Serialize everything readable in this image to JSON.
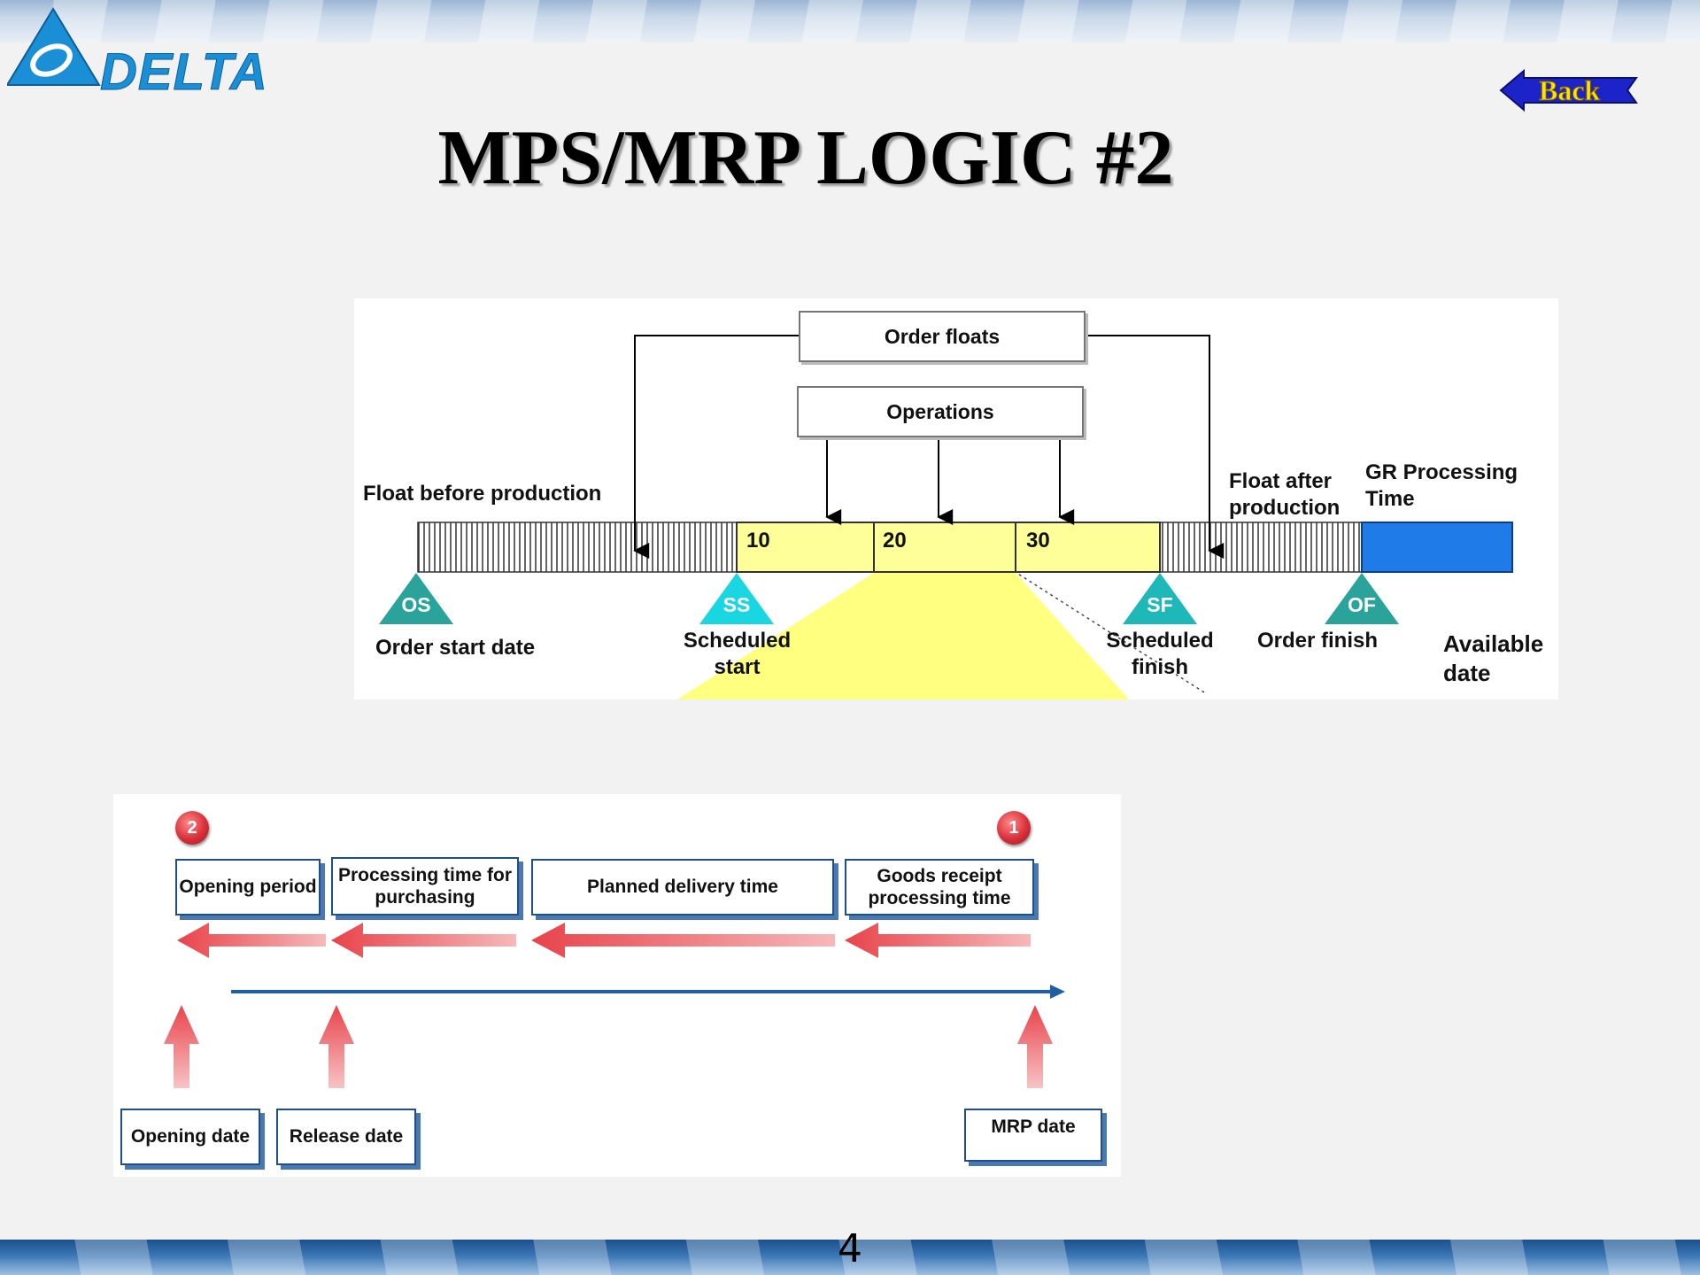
{
  "brand": {
    "logo_text": "DELTA",
    "color": "#1a8fd6"
  },
  "nav": {
    "back_label": "Back"
  },
  "slide": {
    "title": "MPS/MRP LOGIC #2",
    "page_number": "4"
  },
  "top_diagram": {
    "order_floats": "Order floats",
    "operations": "Operations",
    "float_before": "Float before production",
    "float_after": "Float after production",
    "gr_processing": "GR Processing Time",
    "op_numbers": [
      "10",
      "20",
      "30"
    ],
    "milestones": [
      {
        "code": "OS",
        "label": "Order start date"
      },
      {
        "code": "SS",
        "label": "Scheduled start"
      },
      {
        "code": "SF",
        "label": "Scheduled finish"
      },
      {
        "code": "OF",
        "label": "Order finish"
      }
    ],
    "available_date": "Available date",
    "colors": {
      "operation_bar": "#ffff99",
      "gr_bar": "#1e7be8",
      "triangle": "#2aa39a",
      "triangle_ss": "#19d6e0"
    }
  },
  "bottom_diagram": {
    "badges": [
      "2",
      "1"
    ],
    "time_boxes": [
      "Opening period",
      "Processing time for purchasing",
      "Planned delivery time",
      "Goods receipt processing time"
    ],
    "date_boxes": [
      "Opening date",
      "Release date",
      "MRP date"
    ],
    "colors": {
      "arrow_red": "#e8434a",
      "timeline_blue": "#1f5fa8"
    }
  }
}
